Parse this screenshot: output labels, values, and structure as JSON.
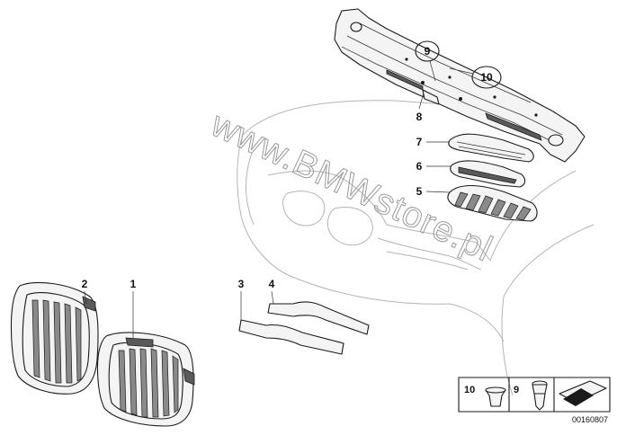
{
  "watermark": "www.BMWstore.pl",
  "callouts": [
    "1",
    "2",
    "3",
    "4",
    "5",
    "6",
    "7",
    "8",
    "9",
    "10"
  ],
  "legend": {
    "items": [
      "10",
      "9"
    ]
  },
  "document_number": "00160807",
  "colors": {
    "line": "#1a1a1a",
    "car_outline": "#b4b4b4",
    "watermark": "#9a9a9a"
  }
}
